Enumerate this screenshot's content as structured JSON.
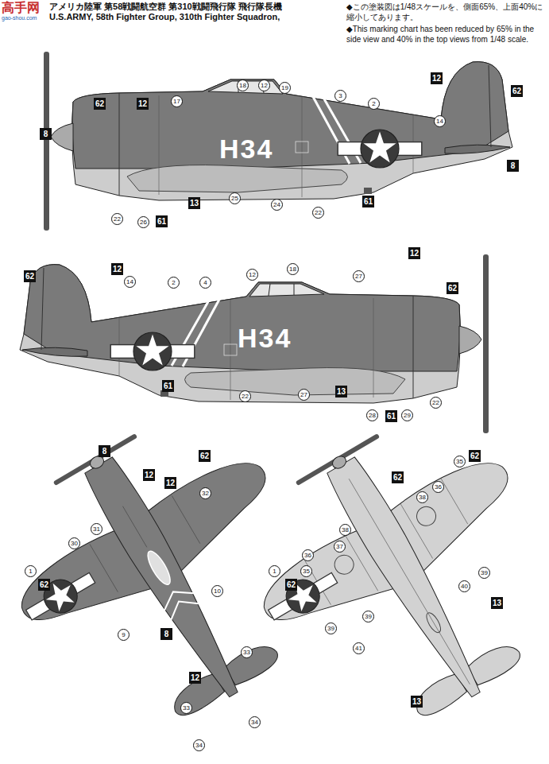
{
  "diagram": {
    "title": "アメリカ陸軍 第58戦闘航空群 第310戦闘飛行隊 飛行隊長機",
    "labels": [
      "高手网",
      "gao-shou.com",
      "U.S.ARMY, 58th Fighter Group, 310th Fighter Squadron,",
      "◆この塗装図は1/48スケールを、側面65%、上面40%に縮小してあります。",
      "◆This marking chart has been reduced by 65% in the side view and 40% in the top views from 1/48 scale.",
      "H34",
      "H34",
      "8",
      "62",
      "12",
      "17",
      "18",
      "12",
      "19",
      "3",
      "2",
      "12",
      "14",
      "62",
      "8",
      "61",
      "22",
      "24",
      "25",
      "13",
      "61",
      "26",
      "22",
      "62",
      "12",
      "14",
      "2",
      "4",
      "12",
      "18",
      "27",
      "12",
      "62",
      "61",
      "22",
      "27",
      "13",
      "28",
      "61",
      "29",
      "22",
      "8",
      "62",
      "12",
      "12",
      "32",
      "31",
      "30",
      "1",
      "62",
      "10",
      "9",
      "8",
      "33",
      "12",
      "33",
      "34",
      "34",
      "35",
      "62",
      "62",
      "36",
      "38",
      "38",
      "37",
      "36",
      "1",
      "35",
      "62",
      "39",
      "40",
      "13",
      "39",
      "39",
      "41",
      "13"
    ]
  }
}
